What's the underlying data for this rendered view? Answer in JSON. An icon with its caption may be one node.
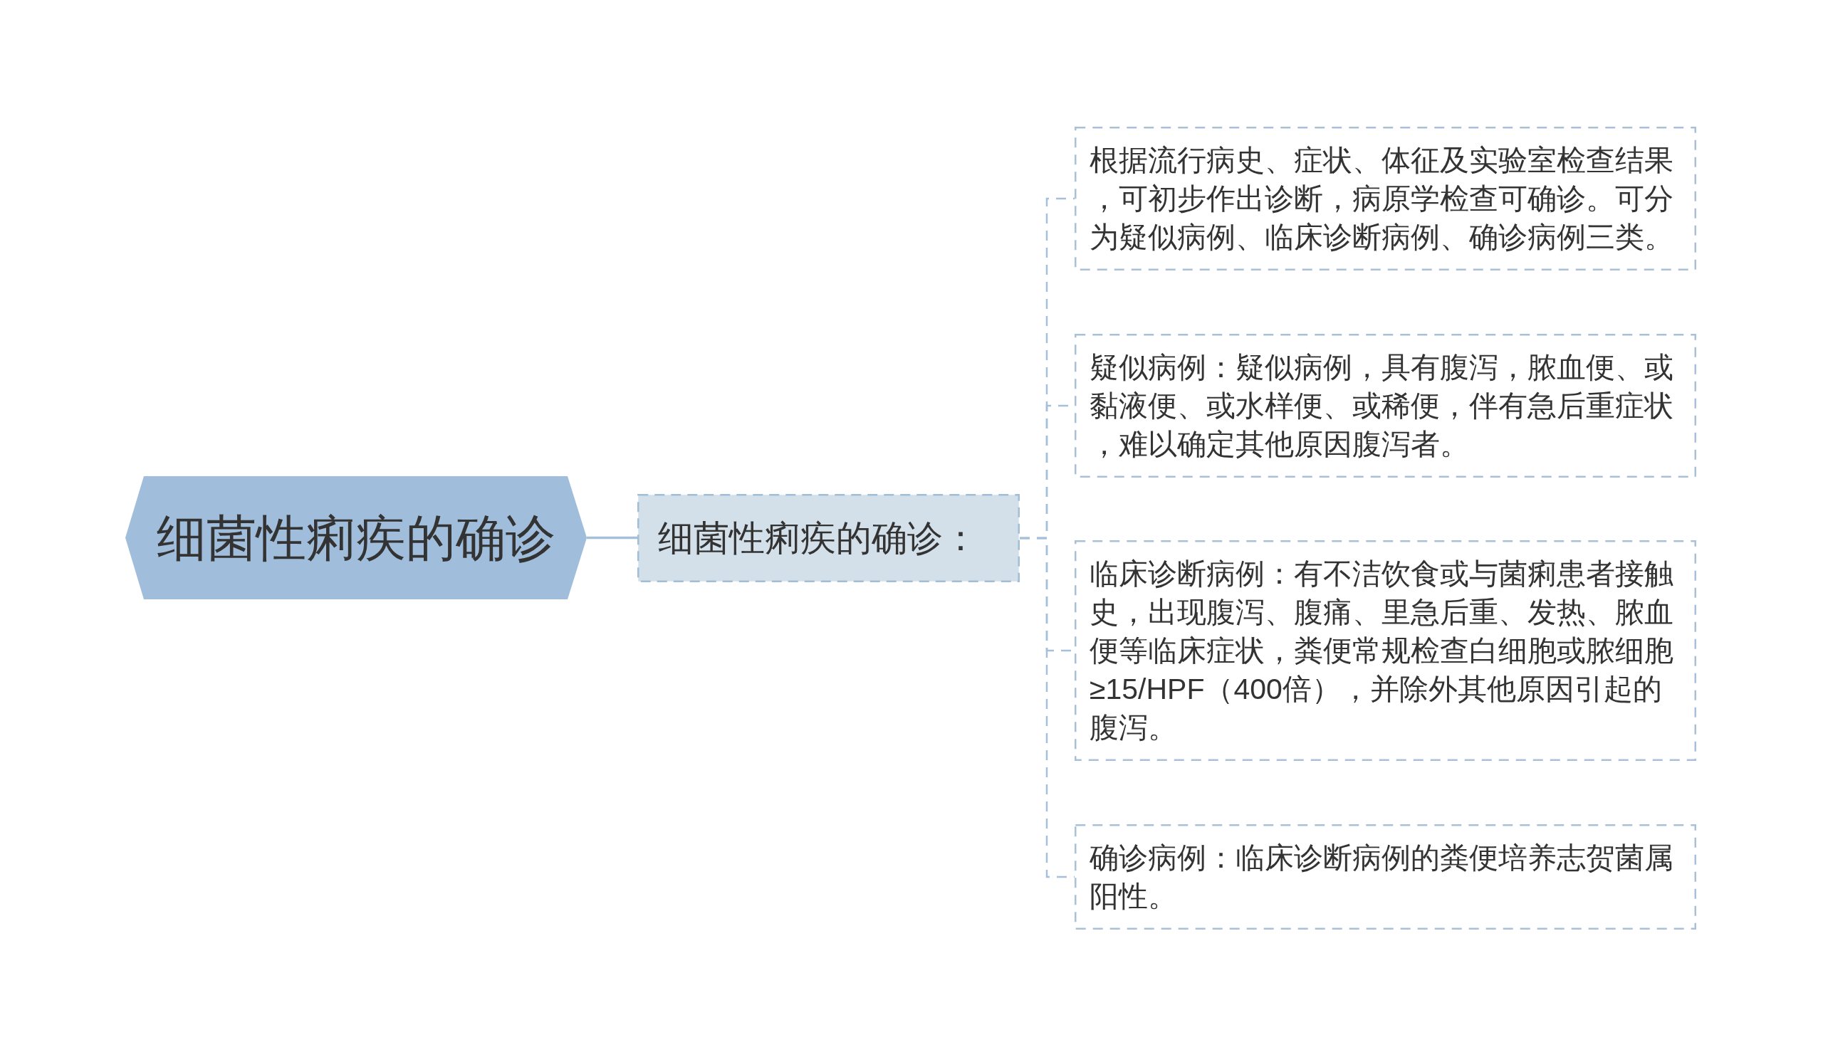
{
  "diagram": {
    "nodes": [
      {
        "text": [
          "细菌性痢疾的确诊"
        ]
      },
      {
        "text": [
          "细菌性痢疾的确诊："
        ]
      },
      {
        "text": [
          "根据流行病史、症状、体征及实验室检查结果，可初步作出诊断，病原学检查可确诊。可分为疑似病例、临床诊断病例、确诊病例三类。"
        ]
      },
      {
        "text": [
          "疑似病例：疑似病例，具有腹泻，脓血便、或黏液便、或水样便、或稀便，伴有急后重症状，难以确定其他原因腹泻者。"
        ]
      },
      {
        "text": [
          "临床诊断病例：有不洁饮食或与菌痢患者接触史，出现腹泻、腹痛、里急后重、发热、脓血便等临床症状，粪便常规检查白细胞或脓细胞≥15/HPF（400倍），并除外其他原因引起的腹泻。"
        ]
      },
      {
        "text": [
          "确诊病例：临床诊断病例的粪便培养志贺菌属阳性。"
        ]
      }
    ],
    "edges": [
      {
        "from": 0,
        "to": 1,
        "arrow": "none"
      },
      {
        "from": 1,
        "to": 2,
        "arrow": "none",
        "style": "dashed"
      },
      {
        "from": 1,
        "to": 3,
        "arrow": "none",
        "style": "dashed"
      },
      {
        "from": 1,
        "to": 4,
        "arrow": "none",
        "style": "dashed"
      },
      {
        "from": 1,
        "to": 5,
        "arrow": "none",
        "style": "dashed"
      }
    ]
  }
}
